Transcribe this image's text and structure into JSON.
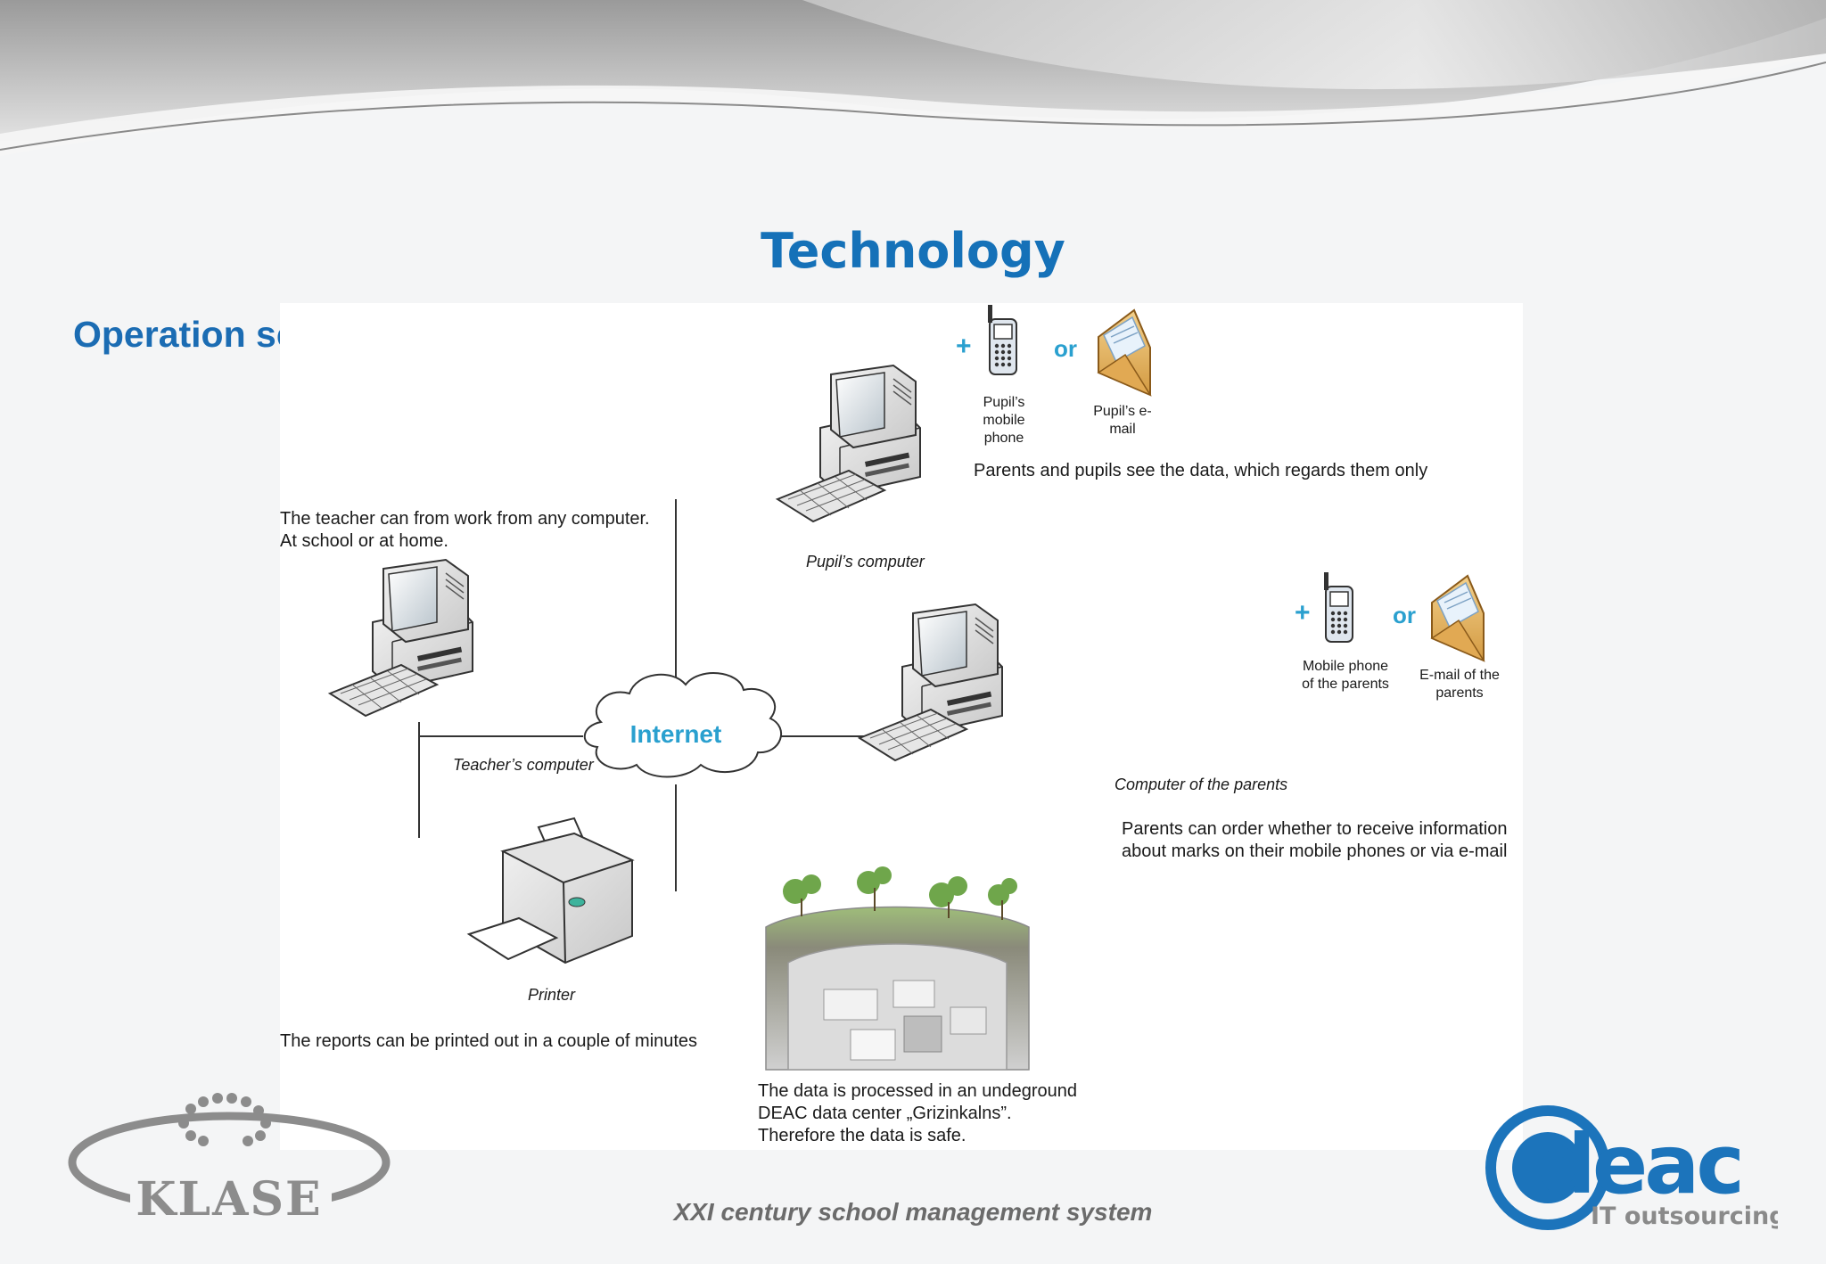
{
  "title": "Technology",
  "subtitle": "Operation scheme",
  "footer": "XXI century school management system",
  "logos": {
    "left": "KLASE",
    "right_main": "deac",
    "right_sub": "IT outsourcing"
  },
  "colors": {
    "title": "#1571b8",
    "internet": "#2aa0cf",
    "deac_blue": "#1c74bb",
    "plus_or": "#2aa0cf"
  },
  "diagram": {
    "hub": "Internet",
    "pupil": {
      "caption": "Pupil’s computer",
      "phone": "Pupil’s mobile phone",
      "email": "Pupil’s e-mail",
      "plus": "+",
      "or": "or",
      "note": "Parents and pupils see the data, which regards them only"
    },
    "teacher": {
      "caption": "Teacher’s computer",
      "note_line1": "The teacher can from work from any computer.",
      "note_line2": "At school or at home."
    },
    "parents": {
      "caption": "Computer of the parents",
      "phone": "Mobile phone of the parents",
      "email": "E-mail of the parents",
      "plus": "+",
      "or": "or",
      "note_line1": "Parents can order whether to receive information",
      "note_line2": "about marks on their mobile phones or via e-mail"
    },
    "printer": {
      "caption": "Printer",
      "note": "The reports can be printed out in a couple of minutes"
    },
    "datacenter": {
      "note_line1": "The data is processed in an undeground",
      "note_line2": "DEAC data center „Grizinkalns”.",
      "note_line3": "Therefore the data is safe."
    }
  }
}
